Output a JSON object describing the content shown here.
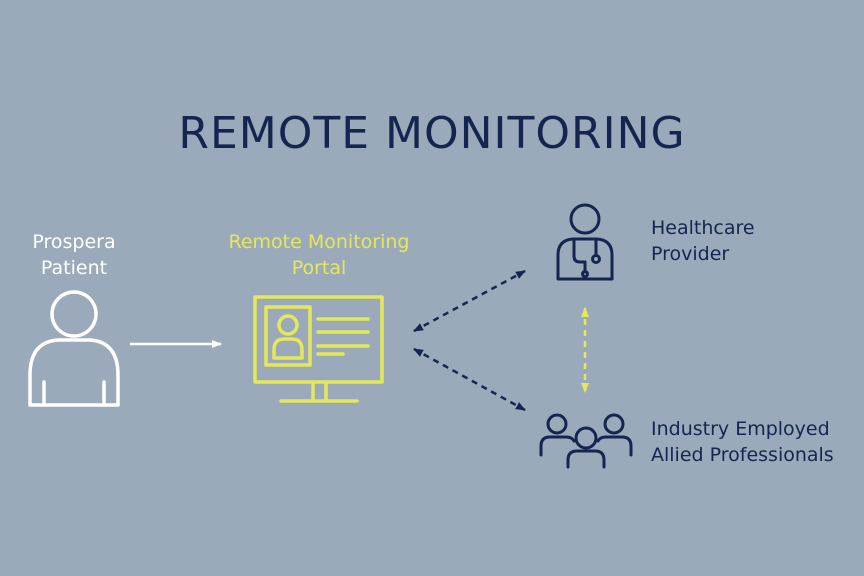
{
  "title": "REMOTE MONITORING",
  "nodes": {
    "patient": {
      "line1": "Prospera",
      "line2": "Patient"
    },
    "portal": {
      "line1": "Remote Monitoring",
      "line2": "Portal"
    },
    "provider": {
      "line1": "Healthcare",
      "line2": "Provider"
    },
    "allied": {
      "line1": "Industry Employed",
      "line2": "Allied Professionals"
    }
  },
  "icons": {
    "patient": "person-icon",
    "portal": "monitor-profile-icon",
    "provider": "doctor-stethoscope-icon",
    "allied": "group-people-icon"
  },
  "colors": {
    "background": "#9aaabb",
    "navy": "#14264f",
    "white": "#ffffff",
    "yellow": "#e6e85a"
  }
}
